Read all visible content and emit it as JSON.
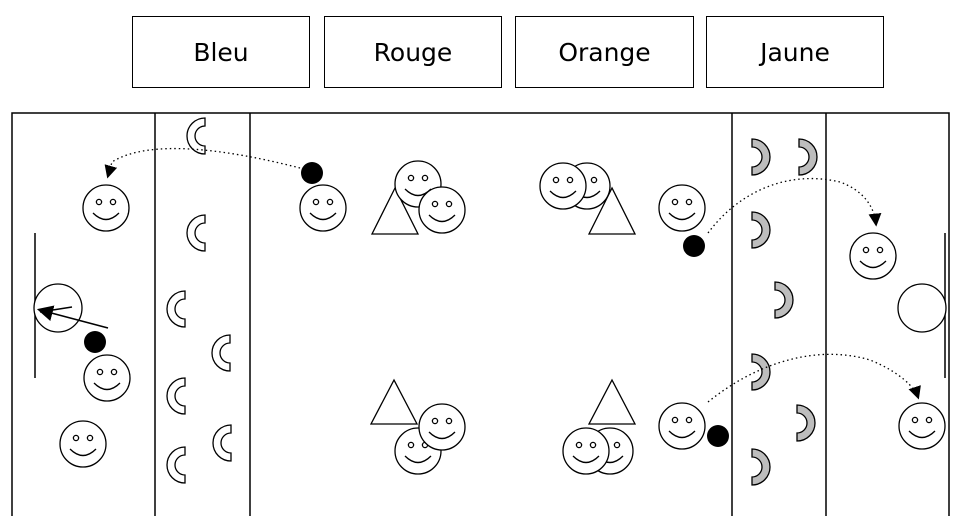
{
  "teams": [
    {
      "label": "Bleu"
    },
    {
      "label": "Rouge"
    },
    {
      "label": "Orange"
    },
    {
      "label": "Jaune"
    }
  ],
  "colors": {
    "line": "#000000",
    "background": "#ffffff",
    "right_shield_fill": "#bdbdbd",
    "ball": "#000000"
  },
  "field": {
    "description_icons": [
      "smiley-player-icon",
      "ball-icon",
      "cone-triangle-icon",
      "half-circle-shield-icon",
      "goal-circle-icon"
    ]
  }
}
